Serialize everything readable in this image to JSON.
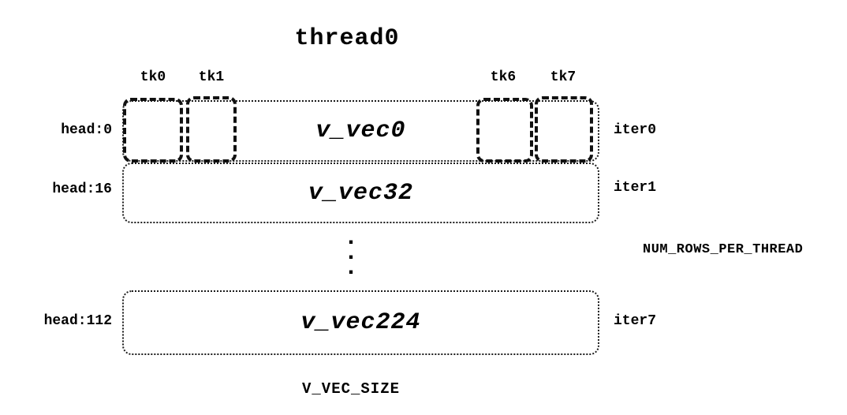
{
  "diagram": {
    "title": "thread0",
    "tick_labels": [
      "tk0",
      "tk1",
      "tk6",
      "tk7"
    ],
    "rows": [
      {
        "head": "head:0",
        "vec": "v_vec0",
        "iter": "iter0"
      },
      {
        "head": "head:16",
        "vec": "v_vec32",
        "iter": "iter1"
      },
      {
        "head": "head:112",
        "vec": "v_vec224",
        "iter": "iter7"
      }
    ],
    "ellipsis": ".\n.\n.",
    "right_label": "NUM_ROWS_PER_THREAD",
    "bottom_label": "V_VEC_SIZE"
  }
}
